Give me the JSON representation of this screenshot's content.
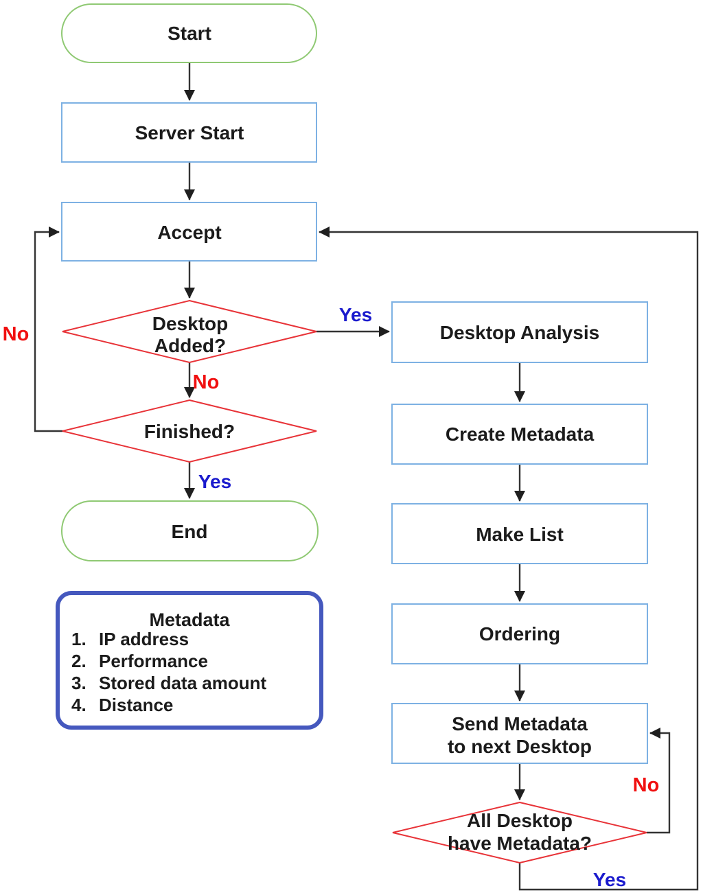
{
  "nodes": {
    "start": {
      "label": "Start"
    },
    "server_start": {
      "label": "Server Start"
    },
    "accept": {
      "label": "Accept"
    },
    "desktop_added": {
      "line1": "Desktop",
      "line2": "Added?"
    },
    "finished": {
      "label": "Finished?"
    },
    "end": {
      "label": "End"
    },
    "desktop_analysis": {
      "label": "Desktop Analysis"
    },
    "create_metadata": {
      "label": "Create Metadata"
    },
    "make_list": {
      "label": "Make List"
    },
    "ordering": {
      "label": "Ordering"
    },
    "send_metadata": {
      "line1": "Send Metadata",
      "line2": "to next Desktop"
    },
    "all_desktop_have_metadata": {
      "line1": "All Desktop",
      "line2": "have Metadata?"
    }
  },
  "note": {
    "title": "Metadata",
    "items": [
      {
        "num": "1.",
        "label": "IP address"
      },
      {
        "num": "2.",
        "label": "Performance"
      },
      {
        "num": "3.",
        "label": "Stored data amount"
      },
      {
        "num": "4.",
        "label": "Distance"
      }
    ]
  },
  "edge_labels": {
    "desktop_added_yes": "Yes",
    "desktop_added_no": "No",
    "finished_no": "No",
    "finished_yes": "Yes",
    "all_desktop_no": "No",
    "all_desktop_yes": "Yes"
  },
  "colors": {
    "terminator_border": "#8FC973",
    "process_border": "#7DB1E3",
    "decision_border": "#E83338",
    "note_border": "#4558BE",
    "yes_label": "#1A1ACD",
    "no_label": "#F01010",
    "arrow": "#333333",
    "text": "#1B1B1B"
  }
}
